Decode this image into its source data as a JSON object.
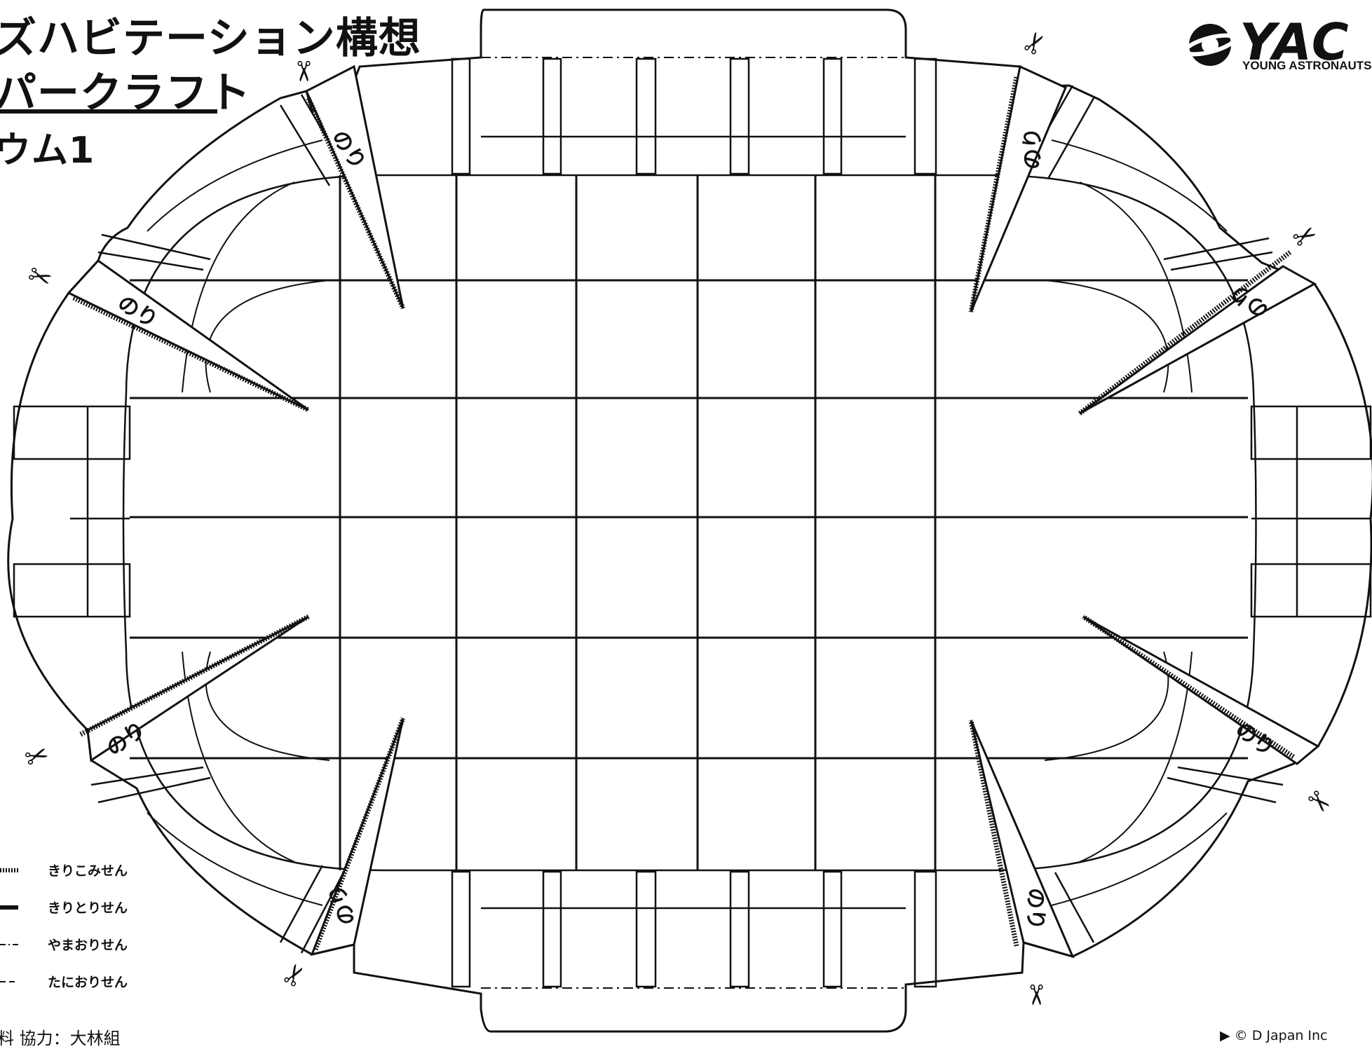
{
  "title": {
    "line1": "ズハビテーション構想",
    "line2": "パークラフト",
    "line3": "ウム1"
  },
  "logo": {
    "name": "YAC",
    "subtitle": "YOUNG ASTRONAUTS CLUB"
  },
  "glue_label": "のり",
  "legend": [
    {
      "label": "きりこみせん",
      "swatch": "cut-slit"
    },
    {
      "label": "きりとりせん",
      "swatch": "cut-out"
    },
    {
      "label": "やまおりせん",
      "swatch": "mountain-fold"
    },
    {
      "label": "たにおりせん",
      "swatch": "valley-fold"
    }
  ],
  "credit": "料 協力：大林組",
  "copyright": "© D Japan Inc",
  "icons": [
    "scissors-icon",
    "planet-logo-icon",
    "play-triangle-icon"
  ],
  "colors": {
    "line": "#111111",
    "paper": "#ffffff"
  }
}
